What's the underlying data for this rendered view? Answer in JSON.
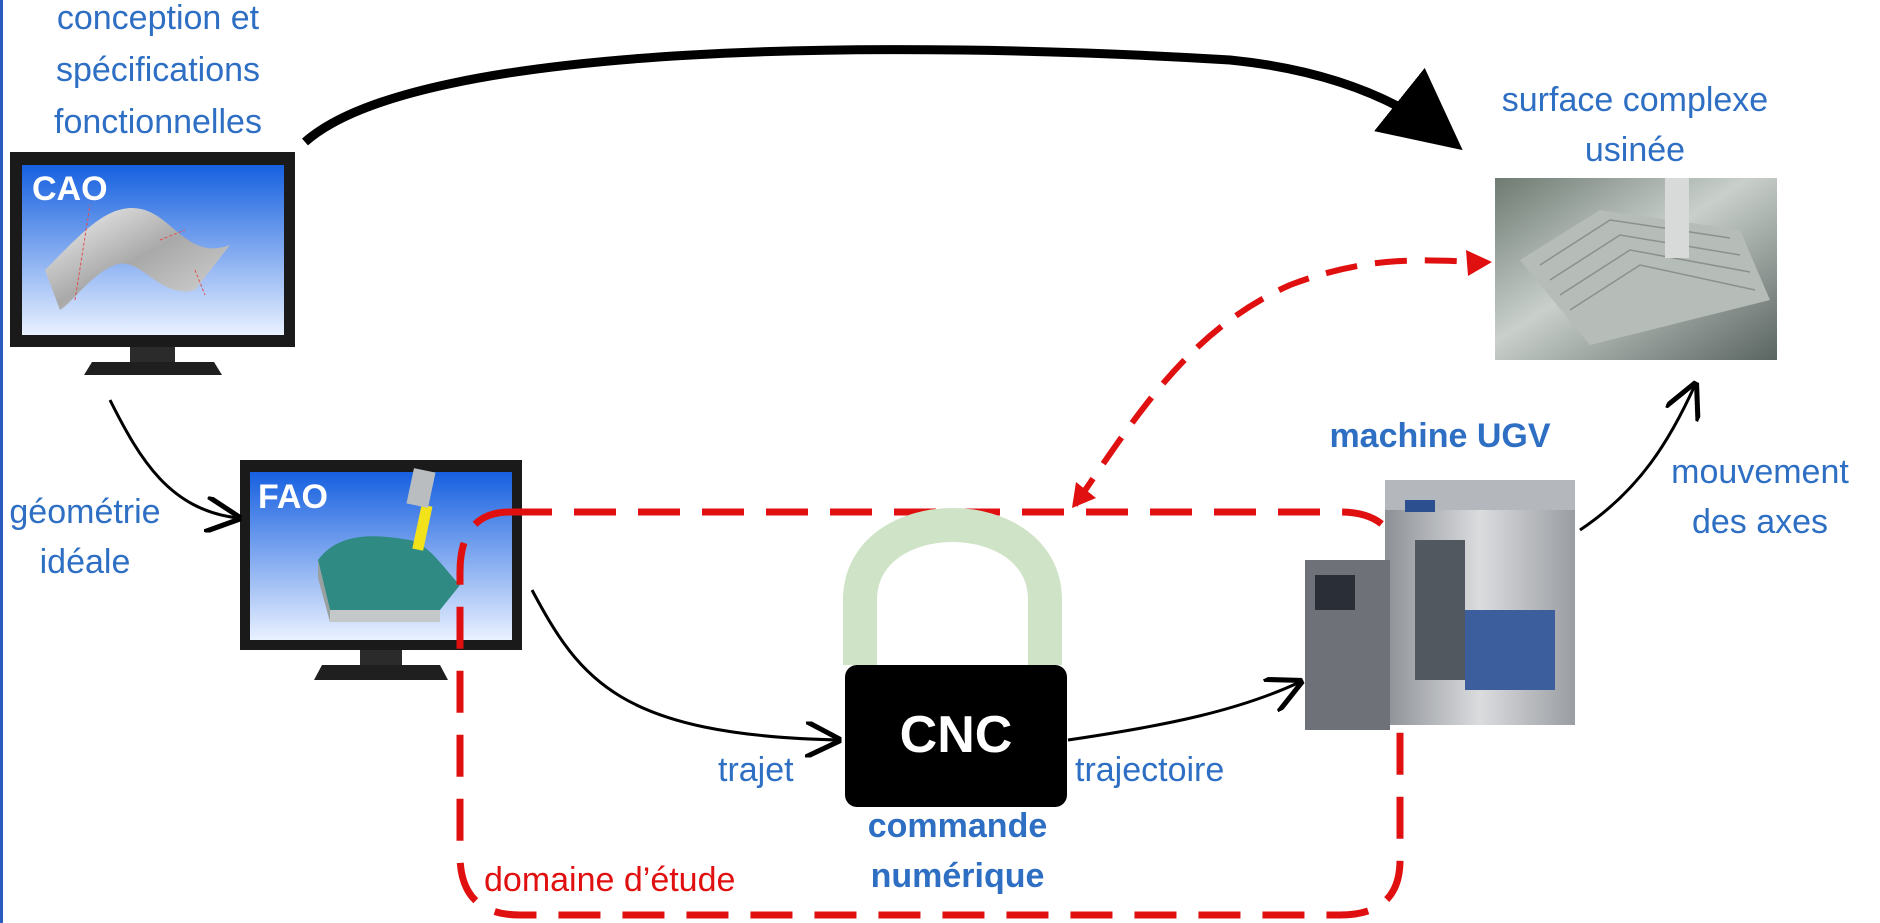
{
  "labels": {
    "conception_line1": "conception et",
    "conception_line2": "spécifications",
    "conception_line3": "fonctionnelles",
    "surface_line1": "surface complexe",
    "surface_line2": "usinée",
    "geometrie_line1": "géométrie",
    "geometrie_line2": "idéale",
    "machine": "machine UGV",
    "mouvement_line1": "mouvement",
    "mouvement_line2": "des axes",
    "trajet": "trajet",
    "trajectoire": "trajectoire",
    "commande_line1": "commande",
    "commande_line2": "numérique",
    "domaine": "domaine d’étude"
  },
  "monitors": {
    "cao": "CAO",
    "fao": "FAO"
  },
  "lock": {
    "text": "CNC"
  },
  "colors": {
    "text_blue": "#2e6fc4",
    "domain_red": "#e01010",
    "lock_shackle": "#cfe3c6",
    "lock_body": "#000000"
  }
}
